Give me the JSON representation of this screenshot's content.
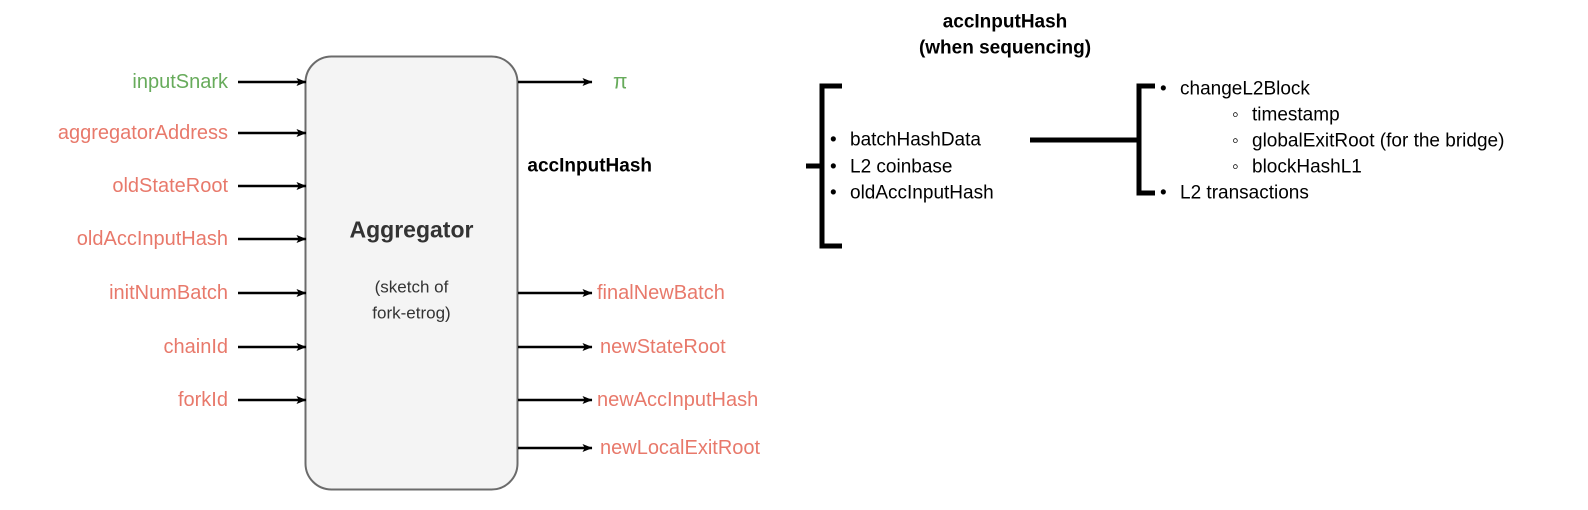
{
  "colors": {
    "input_accent": "#e8796b",
    "snark_accent": "#67ab5b",
    "box_fill": "#f4f4f4",
    "box_stroke": "#6b6b6b",
    "line": "#000000",
    "text": "#000000",
    "box_text": "#333333"
  },
  "aggregator": {
    "title": "Aggregator",
    "subtitle_line1": "(sketch of",
    "subtitle_line2": "fork-etrog)",
    "inputs": [
      {
        "label": "inputSnark",
        "color": "green"
      },
      {
        "label": "aggregatorAddress",
        "color": "red"
      },
      {
        "label": "oldStateRoot",
        "color": "red"
      },
      {
        "label": "oldAccInputHash",
        "color": "red"
      },
      {
        "label": "initNumBatch",
        "color": "red"
      },
      {
        "label": "chainId",
        "color": "red"
      },
      {
        "label": "forkId",
        "color": "red"
      }
    ],
    "outputs": [
      {
        "label": "π",
        "color": "green"
      },
      {
        "label": "finalNewBatch",
        "color": "red"
      },
      {
        "label": "newStateRoot",
        "color": "red"
      },
      {
        "label": "newAccInputHash",
        "color": "red"
      },
      {
        "label": "newLocalExitRoot",
        "color": "red"
      }
    ]
  },
  "acc_tree": {
    "title_line1": "accInputHash",
    "title_line2": "(when sequencing)",
    "root_label": "accInputHash",
    "group1": [
      "batchHashData",
      "L2 coinbase",
      "oldAccInputHash"
    ],
    "group2": [
      {
        "label": "changeL2Block",
        "level": 1
      },
      {
        "label": "timestamp",
        "level": 2
      },
      {
        "label": "globalExitRoot (for the bridge)",
        "level": 2
      },
      {
        "label": "blockHashL1",
        "level": 2
      },
      {
        "label": "L2 transactions",
        "level": 1
      }
    ]
  }
}
